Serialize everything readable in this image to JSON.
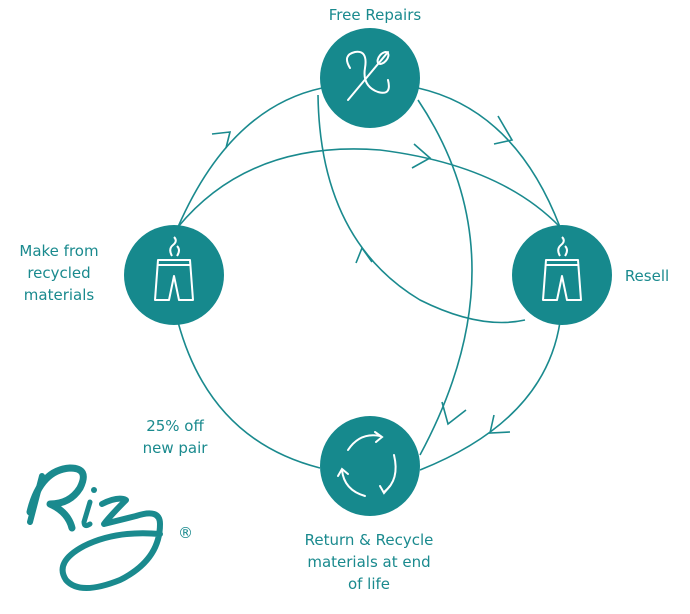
{
  "colors": {
    "teal": "#1a8a8e",
    "node_fill": "#16898d",
    "icon_stroke": "#ffffff",
    "background": "#ffffff"
  },
  "nodes": [
    {
      "id": "free-repairs",
      "icon": "needle-thread-icon",
      "label_lines": [
        "Free Repairs"
      ]
    },
    {
      "id": "resell",
      "icon": "shorts-icon",
      "label_lines": [
        "Resell"
      ]
    },
    {
      "id": "return-recycle",
      "icon": "recycle-loop-icon",
      "label_lines": [
        "Return & Recycle",
        "materials at end",
        "of life"
      ]
    },
    {
      "id": "make-recycled",
      "icon": "shorts-icon",
      "label_lines": [
        "Make from",
        "recycled",
        "materials"
      ]
    }
  ],
  "edge_label": {
    "lines": [
      "25% off",
      "new pair"
    ]
  },
  "brand": {
    "logo": "riz-script-logo",
    "mark": "®"
  }
}
